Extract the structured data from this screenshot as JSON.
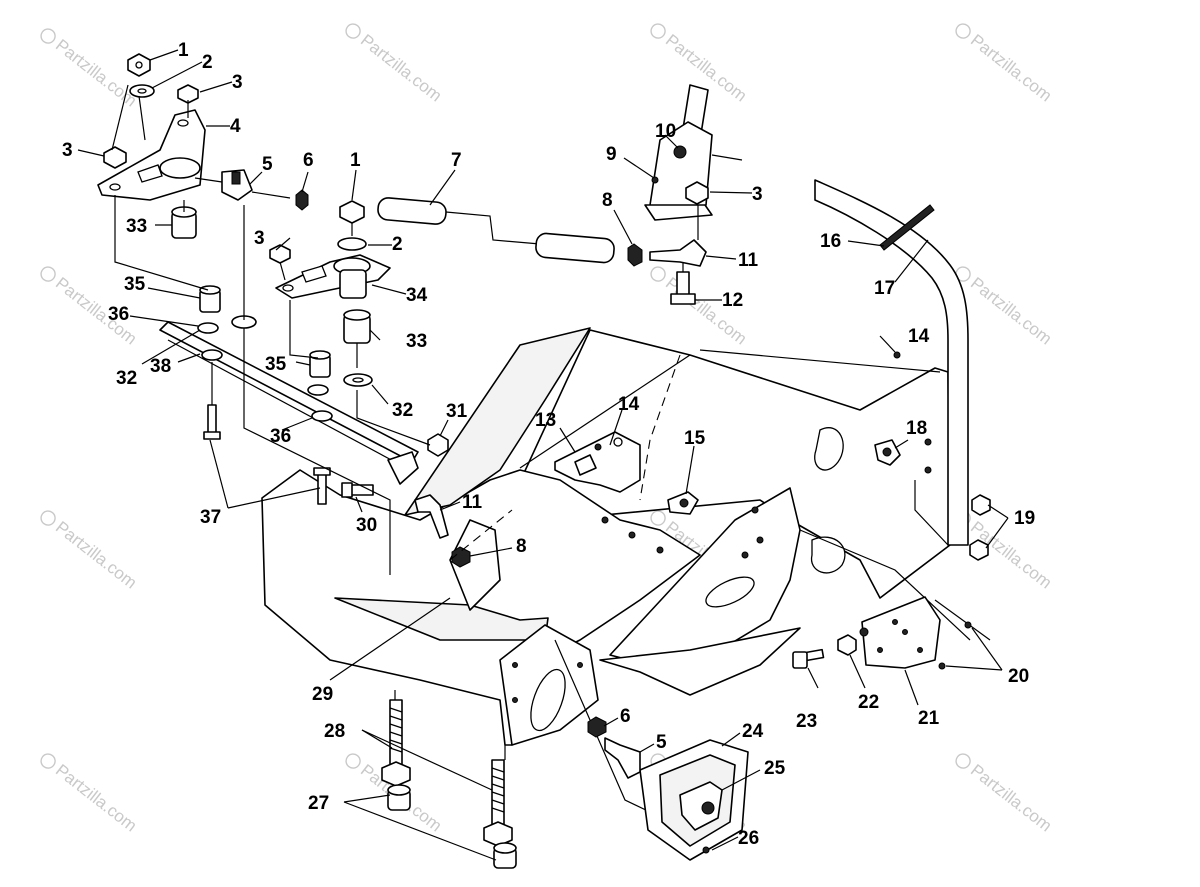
{
  "diagram": {
    "watermark": "Partzilla.com",
    "callouts": [
      "1",
      "2",
      "3",
      "4",
      "5",
      "6",
      "1",
      "7",
      "8",
      "9",
      "10",
      "3",
      "3",
      "33",
      "2",
      "11",
      "12",
      "3",
      "34",
      "16",
      "17",
      "35",
      "36",
      "33",
      "32",
      "38",
      "35",
      "14",
      "31",
      "32",
      "13",
      "14",
      "15",
      "18",
      "36",
      "37",
      "30",
      "11",
      "8",
      "19",
      "20",
      "29",
      "28",
      "6",
      "5",
      "24",
      "25",
      "23",
      "22",
      "21",
      "27",
      "26"
    ]
  }
}
